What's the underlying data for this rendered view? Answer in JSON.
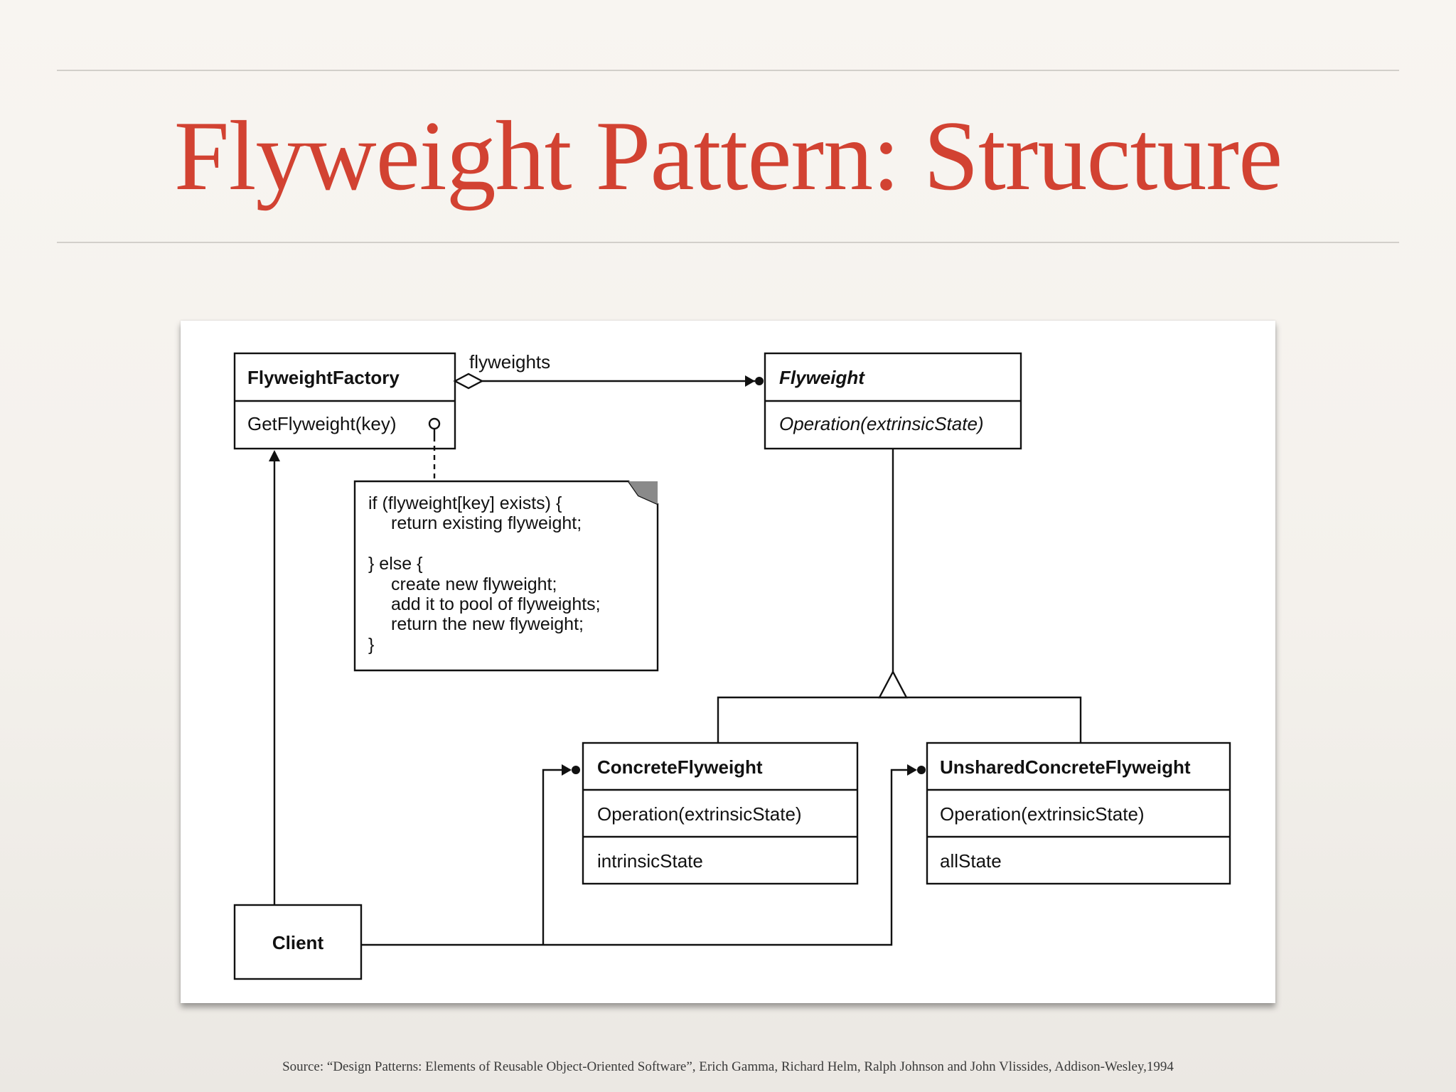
{
  "slide": {
    "title": "Flyweight Pattern: Structure",
    "source": "Source: “Design Patterns: Elements of Reusable Object-Oriented Software”, Erich Gamma, Richard Helm, Ralph Johnson and John Vlissides, Addison-Wesley,1994",
    "title_color": "#d24232"
  },
  "diagram": {
    "flyweight_factory": {
      "name": "FlyweightFactory",
      "operation": "GetFlyweight(key)"
    },
    "association_label": "flyweights",
    "flyweight": {
      "name": "Flyweight",
      "operation": "Operation(extrinsicState)"
    },
    "note_lines": [
      "if (flyweight[key] exists) {",
      "return existing flyweight;",
      "} else {",
      "create new flyweight;",
      "add it to pool of flyweights;",
      "return the new flyweight;",
      "}"
    ],
    "concrete_flyweight": {
      "name": "ConcreteFlyweight",
      "operation": "Operation(extrinsicState)",
      "attribute": "intrinsicState"
    },
    "unshared_concrete_flyweight": {
      "name": "UnsharedConcreteFlyweight",
      "operation": "Operation(extrinsicState)",
      "attribute": "allState"
    },
    "client": {
      "name": "Client"
    }
  }
}
